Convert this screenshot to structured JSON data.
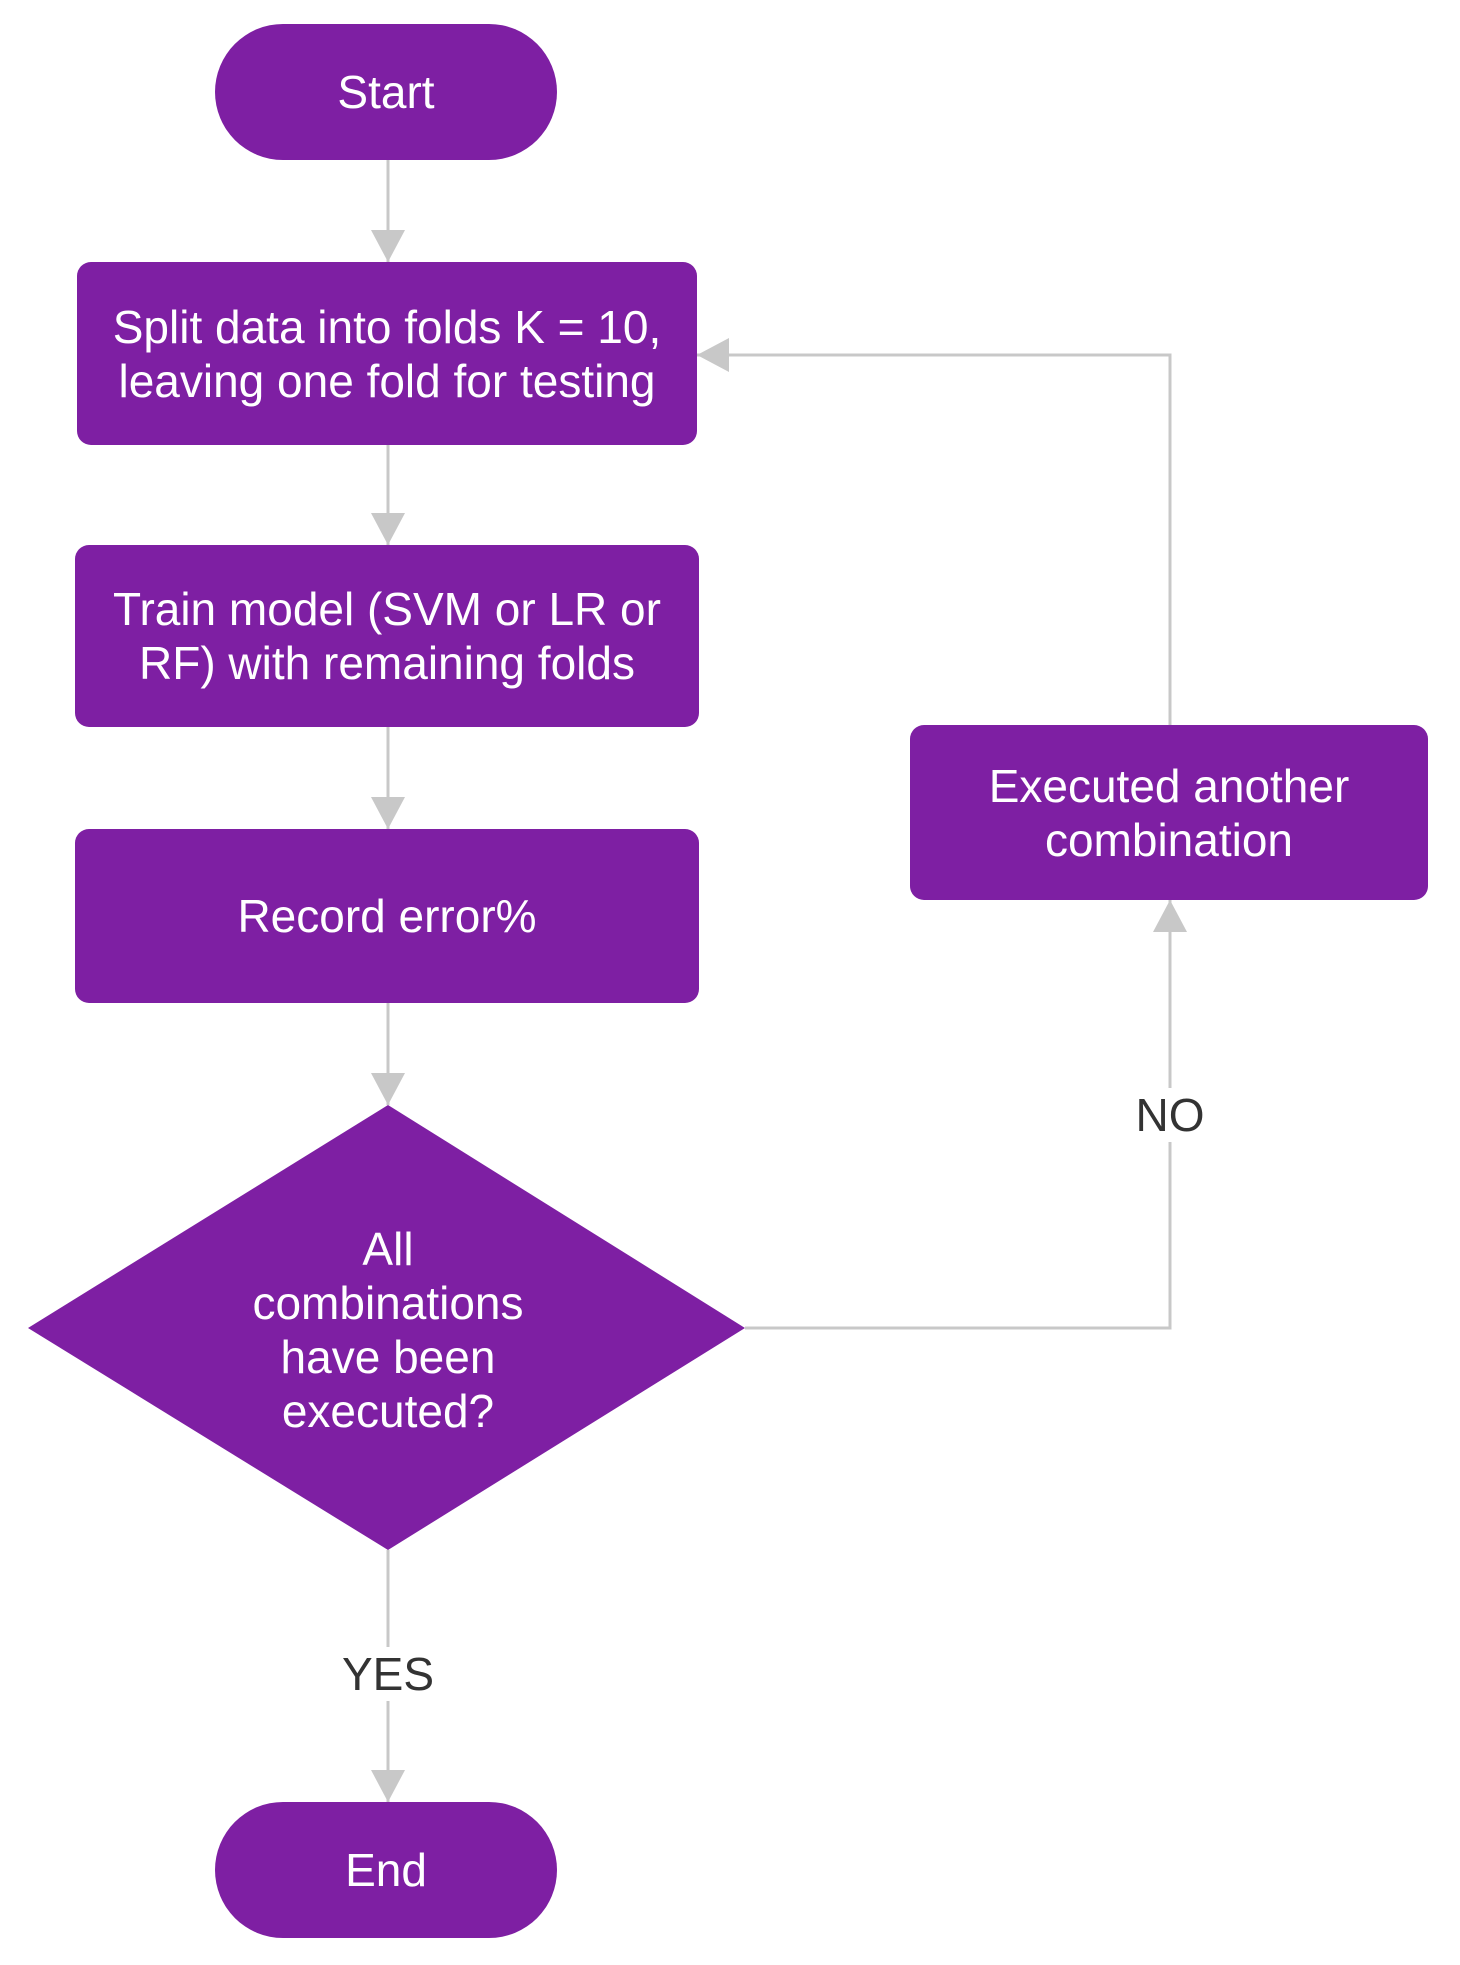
{
  "colors": {
    "node_fill": "#7e1fa3",
    "connector": "#c8c8c8",
    "node_text": "#ffffff",
    "edge_label_text": "#333333"
  },
  "nodes": {
    "start": "Start",
    "split": "Split data into folds K = 10,\nleaving one fold for testing",
    "train": "Train model (SVM or LR or\nRF) with remaining folds",
    "record": "Record error%",
    "decision": "All\ncombinations\nhave been\nexecuted?",
    "another": "Executed another\ncombination",
    "end": "End"
  },
  "edges": {
    "no_label": "NO",
    "yes_label": "YES"
  }
}
